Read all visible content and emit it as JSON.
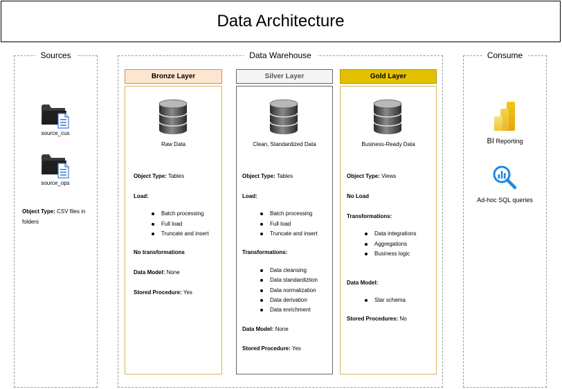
{
  "title": "Data Architecture",
  "sources": {
    "label": "Sources",
    "items": [
      {
        "name": "source_cus",
        "icon": "folder-file-icon"
      },
      {
        "name": "source_ops",
        "icon": "folder-file-icon"
      }
    ],
    "object_type_label": "Object Type:",
    "object_type_value": " CSV files in",
    "object_type_value2": "folders"
  },
  "warehouse": {
    "label": "Data Warehouse",
    "bronze": {
      "header": "Bronze Layer",
      "subtitle": "Raw Data",
      "object_type_label": "Object Type:",
      "object_type_value": " Tables",
      "load_label": "Load:",
      "load_items": [
        "Batch processing",
        "Full load",
        "Truncate and insert"
      ],
      "transformations": "No transformations",
      "data_model_label": "Data Model:",
      "data_model_value": " None",
      "stored_proc_label": "Stored Procedure:",
      "stored_proc_value": " Yes"
    },
    "silver": {
      "header": "Silver Layer",
      "subtitle": "Clean, Standardized Data",
      "object_type_label": "Object Type:",
      "object_type_value": " Tables",
      "load_label": "Load:",
      "load_items": [
        "Batch processing",
        "Full load",
        "Truncate and insert"
      ],
      "transformations_label": "Transformations:",
      "transformation_items": [
        "Data cleansing",
        "Data standardiztion",
        "Data normalization",
        "Data derivation",
        "Data enrichment"
      ],
      "data_model_label": "Data Model:",
      "data_model_value": " None",
      "stored_proc_label": "Stored Procedure:",
      "stored_proc_value": " Yes"
    },
    "gold": {
      "header": "Gold Layer",
      "subtitle": "Business-Ready Data",
      "object_type_label": "Object Type:",
      "object_type_value": " Views",
      "load": "No Load",
      "transformations_label": "Transformations:",
      "transformation_items": [
        "Data integrations",
        "Aggregations",
        "Business logic"
      ],
      "data_model_label": "Data Model:",
      "data_model_items": [
        "Star schema"
      ],
      "stored_proc_label": "Stored Procedures:",
      "stored_proc_value": " No"
    }
  },
  "consume": {
    "label": "Consume",
    "bi_main": "BI",
    "bi_sub": " Reporting",
    "adhoc": "Ad-hoc SQL queries"
  },
  "colors": {
    "bronze_fill": "#fde5cf",
    "bronze_border": "#cd8e5a",
    "silver_fill": "#f5f5f5",
    "silver_border": "#666666",
    "gold_fill": "#e4c100",
    "gold_border": "#b09500",
    "body_border_gold": "#d6b656"
  }
}
